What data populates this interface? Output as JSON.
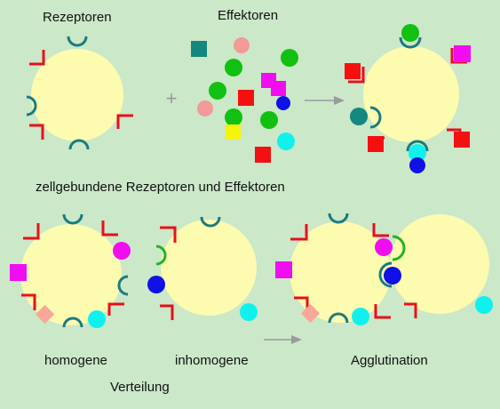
{
  "labels": {
    "receptors": "Rezeptoren",
    "effectors": "Effektoren",
    "cell_bound": "zellgebundene Rezeptoren und Effektoren",
    "homogeneous": "homogene",
    "inhomogeneous": "inhomogene",
    "distribution": "Verteilung",
    "agglutination": "Agglutination"
  },
  "symbols": {
    "plus": "+"
  },
  "colors": {
    "background": "#cbe8c8",
    "cell": "#fdfbb0",
    "receptor_red": "#e8101b",
    "receptor_teal": "#1a7b80",
    "receptor_green": "#22b322",
    "effector_teal_square": "#138780",
    "effector_green": "#11c011",
    "effector_pink": "#f29a98",
    "effector_red": "#f41010",
    "effector_magenta": "#f10df1",
    "effector_blue": "#0f11e6",
    "effector_yellow": "#f4f40c",
    "effector_cyan": "#10f1ee",
    "effector_salmon": "#f7a898",
    "arrow": "#9a9aa0"
  }
}
